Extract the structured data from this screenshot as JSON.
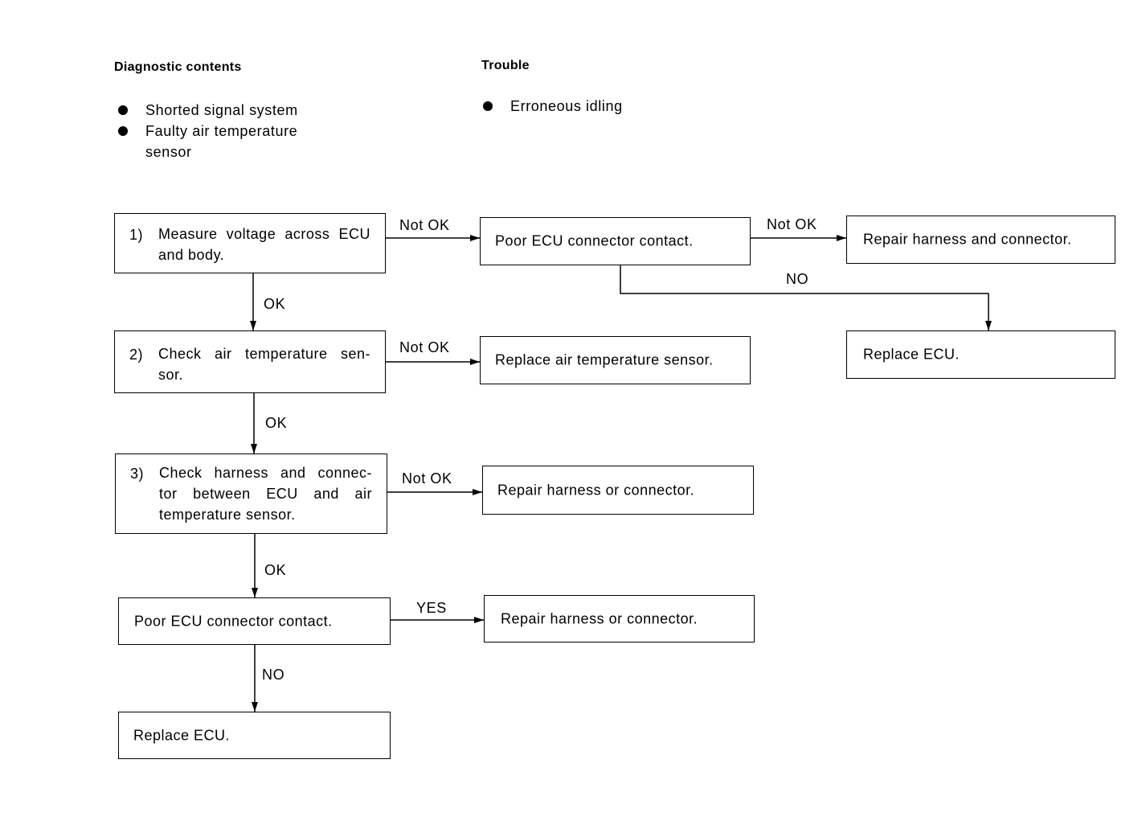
{
  "header": {
    "diagnostic_title": "Diagnostic contents",
    "trouble_title": "Trouble"
  },
  "diagnostic_items": [
    "Shorted signal system",
    "Faulty air temperature",
    "sensor"
  ],
  "trouble_items": [
    "Erroneous idling"
  ],
  "steps": [
    {
      "number": "1)",
      "text": "Measure voltage across ECU and body."
    },
    {
      "number": "2)",
      "text": "Check air temperature sensor."
    },
    {
      "number": "3)",
      "text": "Check harness and connector between ECU and air temperature sensor."
    }
  ],
  "step2_line1": "Check air temperature sen-",
  "step2_line2": "sor.",
  "step3_line1": "Check harness and connec-",
  "step3_line2": "tor between ECU and air",
  "step3_line3": "temperature sensor.",
  "boxes": {
    "poor_contact_top": "Poor ECU connector contact.",
    "repair_harness_and_connector": "Repair harness and connector.",
    "replace_ecu_right": "Replace ECU.",
    "replace_sensor": "Replace air temperature sensor.",
    "repair_harness_or_connector_3": "Repair harness or connector.",
    "poor_contact_bottom": "Poor ECU connector contact.",
    "repair_harness_or_connector_yes": "Repair harness or connector.",
    "replace_ecu_bottom": "Replace ECU."
  },
  "labels": {
    "not_ok_1": "Not OK",
    "not_ok_top": "Not OK",
    "no_top": "NO",
    "ok_1": "OK",
    "not_ok_2": "Not OK",
    "ok_2": "OK",
    "not_ok_3": "Not OK",
    "ok_3": "OK",
    "yes": "YES",
    "no_bottom": "NO"
  }
}
